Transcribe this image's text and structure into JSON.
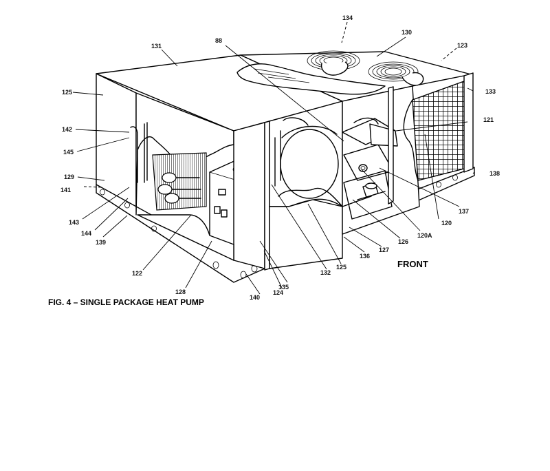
{
  "caption": "FIG. 4 – SINGLE PACKAGE HEAT PUMP",
  "front_label": "FRONT",
  "callouts": [
    "134",
    "130",
    "123",
    "131",
    "88",
    "125",
    "133",
    "142",
    "121",
    "145",
    "129",
    "138",
    "141",
    "143",
    "144",
    "139",
    "137",
    "120",
    "120A",
    "126",
    "127",
    "136",
    "125",
    "132",
    "122",
    "128",
    "135",
    "124",
    "140"
  ]
}
